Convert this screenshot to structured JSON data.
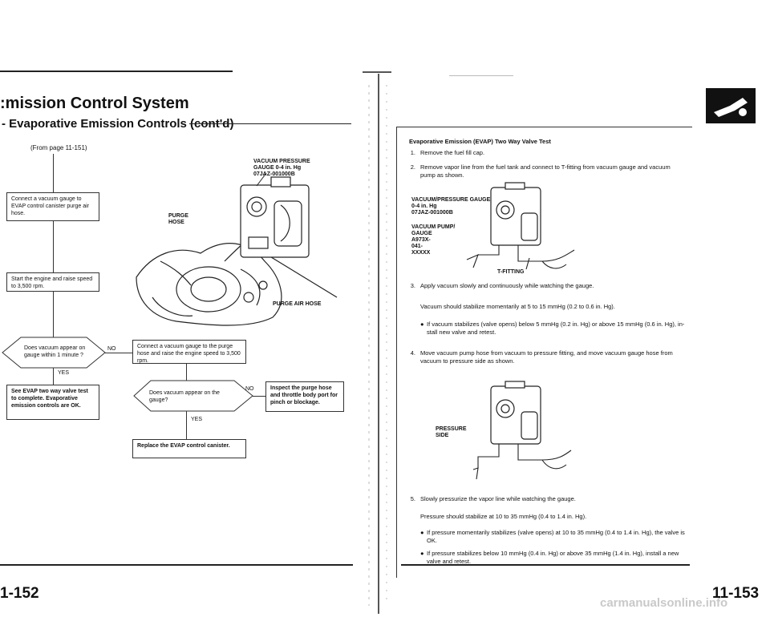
{
  "left_page": {
    "title": ":mission Control System",
    "subtitle": "- Evaporative Emission Controls (cont'd)",
    "from_page": "(From page 11-151)",
    "flow": {
      "box1": "Connect a vacuum gauge to EVAP control canister purge air hose.",
      "box2": "Start the engine and raise speed to 3,500 rpm.",
      "decision1": "Does vacuum appear on gauge within 1 minute ?",
      "no1": "NO",
      "yes1": "YES",
      "box3": "See EVAP two way valve test to complete. Evaporative emission controls are OK.",
      "box4": "Connect a vacuum gauge to the purge hose and raise the engine speed to 3,500 rpm.",
      "decision2": "Does vacuum appear on the gauge?",
      "no2": "NO",
      "yes2": "YES",
      "box5": "Inspect the purge hose and throttle body port for pinch or blockage.",
      "box6": "Replace the EVAP control canister."
    },
    "illustration": {
      "gauge_label_1": "VACUUM PRESSURE",
      "gauge_label_2": "GAUGE 0-4 in. Hg",
      "gauge_label_3": "07JAZ-001000B",
      "purge_hose_1": "PURGE",
      "purge_hose_2": "HOSE",
      "purge_air_hose": "PURGE AIR HOSE"
    },
    "page_number": "1-152"
  },
  "right_page": {
    "title": "Evaporative Emission (EVAP) Two Way Valve Test",
    "steps": [
      {
        "num": "1.",
        "text": "Remove the fuel fill cap."
      },
      {
        "num": "2.",
        "text": "Remove vapor line from the fuel tank and connect to T-fitting from vacuum gauge and vacuum pump as shown."
      },
      {
        "num": "3.",
        "text": "Apply vacuum slowly and continuously while watching the gauge."
      },
      {
        "num": "4.",
        "text": "Move vacuum pump hose from vacuum to pressure fitting, and move vacuum gauge hose from vacuum to pressure side as shown."
      },
      {
        "num": "5.",
        "text": "Slowly pressurize the vapor line while watching the gauge."
      }
    ],
    "fig1": {
      "gauge_1": "VACUUM/PRESSURE GAUGE",
      "gauge_2": "0-4 in. Hg",
      "gauge_3": "07JAZ-001000B",
      "pump_1": "VACUUM PUMP/",
      "pump_2": "GAUGE",
      "pump_3": "A973X-",
      "pump_4": "041-",
      "pump_5": "XXXXX",
      "tfitting": "T-FITTING"
    },
    "step3_para": "Vacuum should stabilize momentarily at 5 to 15 mmHg (0.2 to 0.6 in. Hg).",
    "step3_bullet": "If vacuum stabilizes (valve opens) below 5 mmHg (0.2 in. Hg) or above 15 mmHg (0.6 in. Hg), in-stall new valve and retest.",
    "fig2": {
      "pressure_1": "PRESSURE",
      "pressure_2": "SIDE"
    },
    "step5_para": "Pressure should stabilize at 10 to 35 mmHg (0.4 to 1.4 in. Hg).",
    "step5_bullet1": "If pressure momentarily stabilizes (valve opens) at 10 to 35 mmHg (0.4 to 1.4 in. Hg), the valve is OK.",
    "step5_bullet2": "If pressure stabilizes below 10 mmHg (0.4 in. Hg) or above 35 mmHg (1.4 in. Hg), install a new valve and retest.",
    "page_number": "11-153",
    "watermark": "carmanualsonline.info"
  }
}
